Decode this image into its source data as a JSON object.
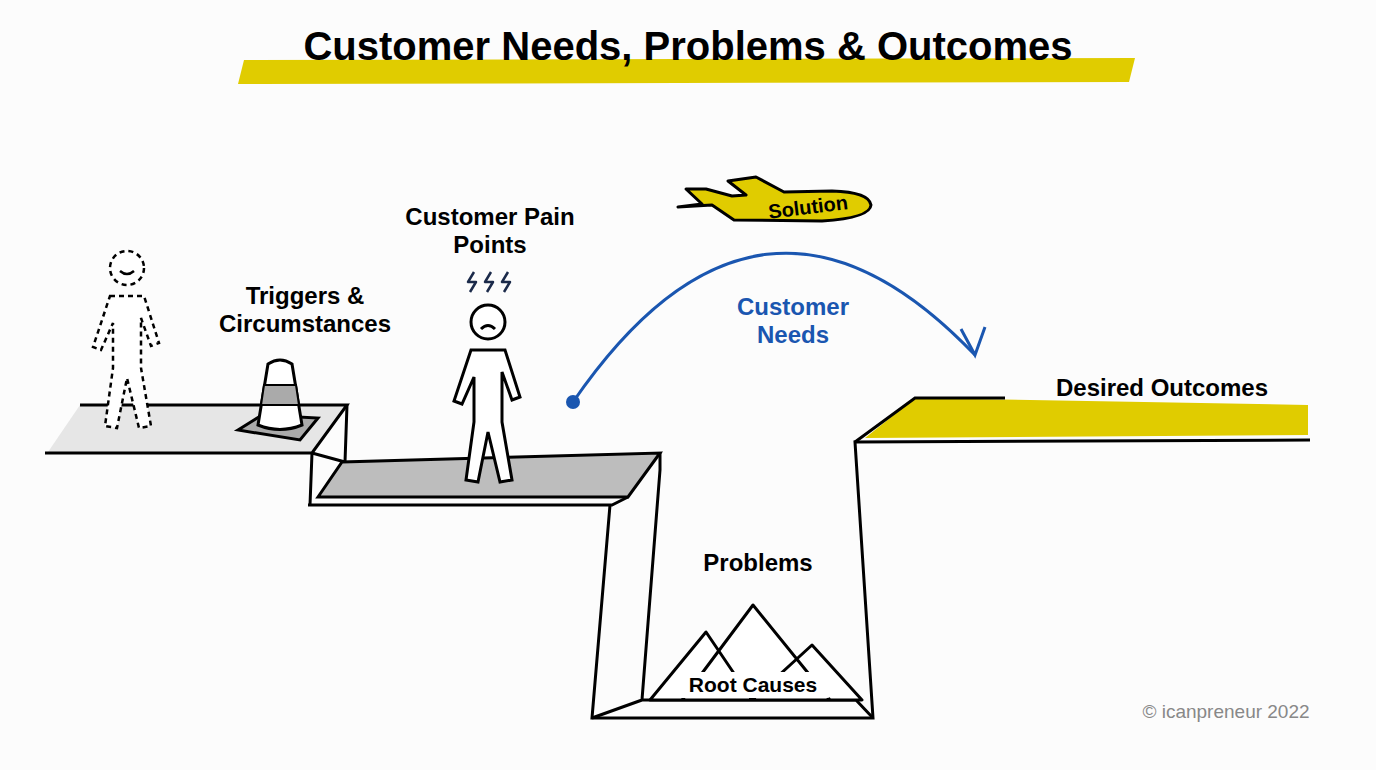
{
  "diagram": {
    "title": "Customer Needs, Problems & Outcomes",
    "nodes": [
      {
        "text": [
          "Solution"
        ]
      },
      {
        "text": [
          "Root Causes"
        ]
      }
    ],
    "labels": [
      "Triggers & Circumstances",
      "Customer Pain Points",
      "Customer Needs",
      "Desired Outcomes",
      "Problems",
      "© icanpreneur 2022"
    ]
  }
}
